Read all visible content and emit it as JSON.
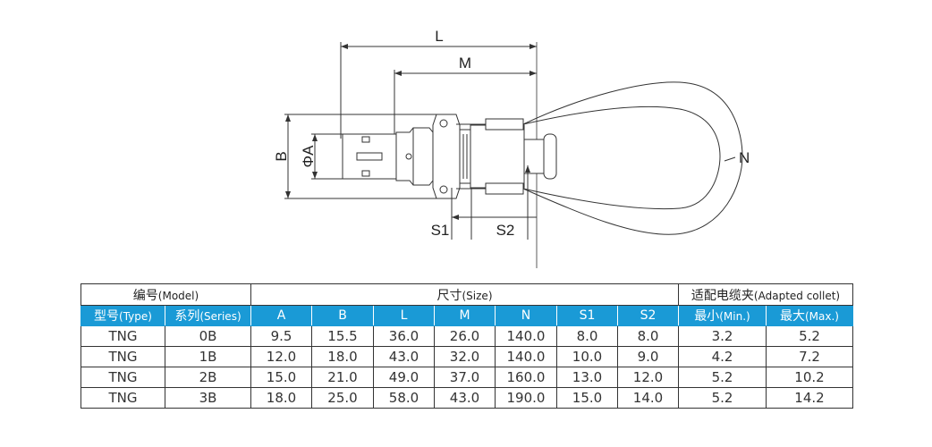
{
  "drawing": {
    "labels": {
      "L": "L",
      "M": "M",
      "B": "B",
      "phiA": "ΦA",
      "N": "N",
      "S1": "S1",
      "S2": "S2"
    }
  },
  "table": {
    "group_headers": {
      "model": "编号",
      "model_en": "(Model)",
      "size": "尺寸",
      "size_en": "(Size)",
      "collet": "适配电缆夹",
      "collet_en": "(Adapted collet)"
    },
    "columns": [
      {
        "cn": "型号",
        "en": "(Type)"
      },
      {
        "cn": "系列",
        "en": "(Series)"
      },
      {
        "cn": "",
        "en": "A"
      },
      {
        "cn": "",
        "en": "B"
      },
      {
        "cn": "",
        "en": "L"
      },
      {
        "cn": "",
        "en": "M"
      },
      {
        "cn": "",
        "en": "N"
      },
      {
        "cn": "",
        "en": "S1"
      },
      {
        "cn": "",
        "en": "S2"
      },
      {
        "cn": "最小",
        "en": "(Min.)"
      },
      {
        "cn": "最大",
        "en": "(Max.)"
      }
    ],
    "rows": [
      [
        "TNG",
        "0B",
        "9.5",
        "15.5",
        "36.0",
        "26.0",
        "140.0",
        "8.0",
        "8.0",
        "3.2",
        "5.2"
      ],
      [
        "TNG",
        "1B",
        "12.0",
        "18.0",
        "43.0",
        "32.0",
        "140.0",
        "10.0",
        "9.0",
        "4.2",
        "7.2"
      ],
      [
        "TNG",
        "2B",
        "15.0",
        "21.0",
        "49.0",
        "37.0",
        "160.0",
        "13.0",
        "12.0",
        "5.2",
        "10.2"
      ],
      [
        "TNG",
        "3B",
        "18.0",
        "25.0",
        "58.0",
        "43.0",
        "190.0",
        "15.0",
        "14.0",
        "5.2",
        "14.2"
      ]
    ],
    "header_color": "#1a9ad6"
  }
}
